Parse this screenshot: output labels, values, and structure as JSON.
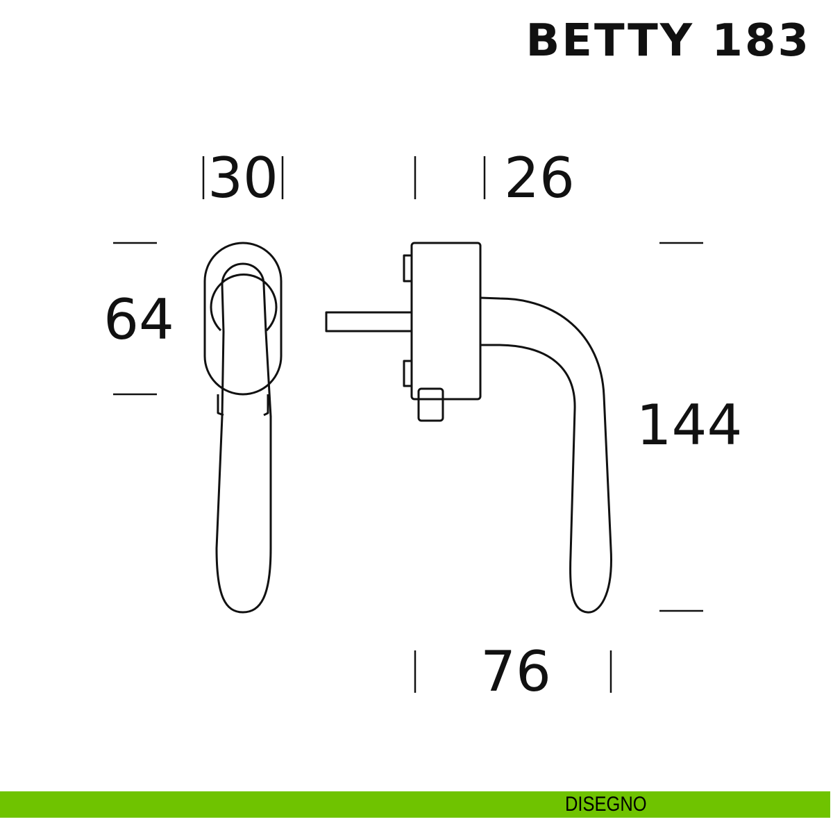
{
  "title": "BETTY 183",
  "dimensions": {
    "front_width": "30",
    "side_depth": "26",
    "plate_height": "64",
    "handle_length": "144",
    "handle_projection": "76"
  },
  "footer": {
    "label": "DISEGNO",
    "color": "#6fc300"
  }
}
